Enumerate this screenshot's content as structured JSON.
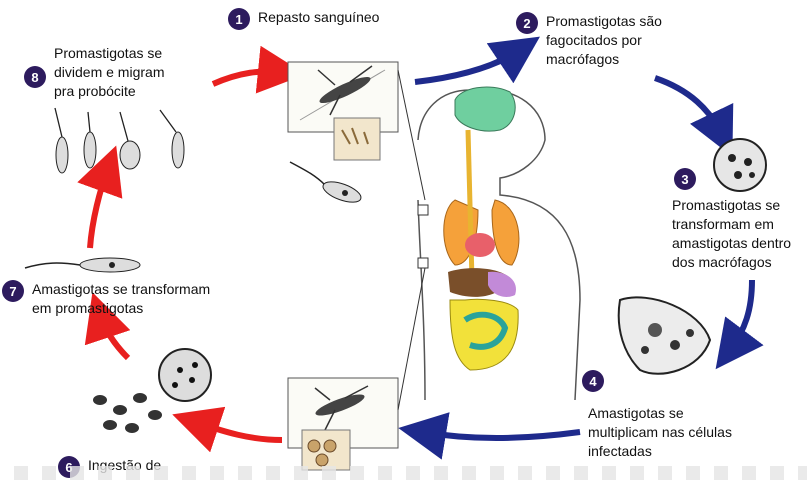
{
  "steps": [
    {
      "num": "1",
      "text": "Repasto sanguíneo"
    },
    {
      "num": "2",
      "text": "Promastigotas são\nfagocitados por\nmacrófagos"
    },
    {
      "num": "3",
      "text": "Promastigotas se\ntransformam em\namastigotas dentro\ndos macrófagos"
    },
    {
      "num": "4",
      "text": "Amastigotas se\nmultiplicam nas células\ninfectadas"
    },
    {
      "num": "6",
      "text": "Ingestão de"
    },
    {
      "num": "7",
      "text": "Amastigotas se transformam\nem promastigotas"
    },
    {
      "num": "8",
      "text": "Promastigotas se\ndividem e migram\npra probócite"
    }
  ],
  "colors": {
    "human_phase_arrow": "#1e2a8c",
    "vector_phase_arrow": "#e8201f",
    "badge": "#2d1b5e",
    "brain": "#6fcf9f",
    "lungs": "#f5a13a",
    "heart": "#e8606a",
    "liver": "#7a4f2a",
    "intestine": "#f2e13a",
    "stomach": "#2aa39a"
  },
  "icons": [
    "sandfly-icon",
    "promastigote-icon",
    "macrophage-icon",
    "amastigote-cluster-icon",
    "human-body-icon"
  ]
}
